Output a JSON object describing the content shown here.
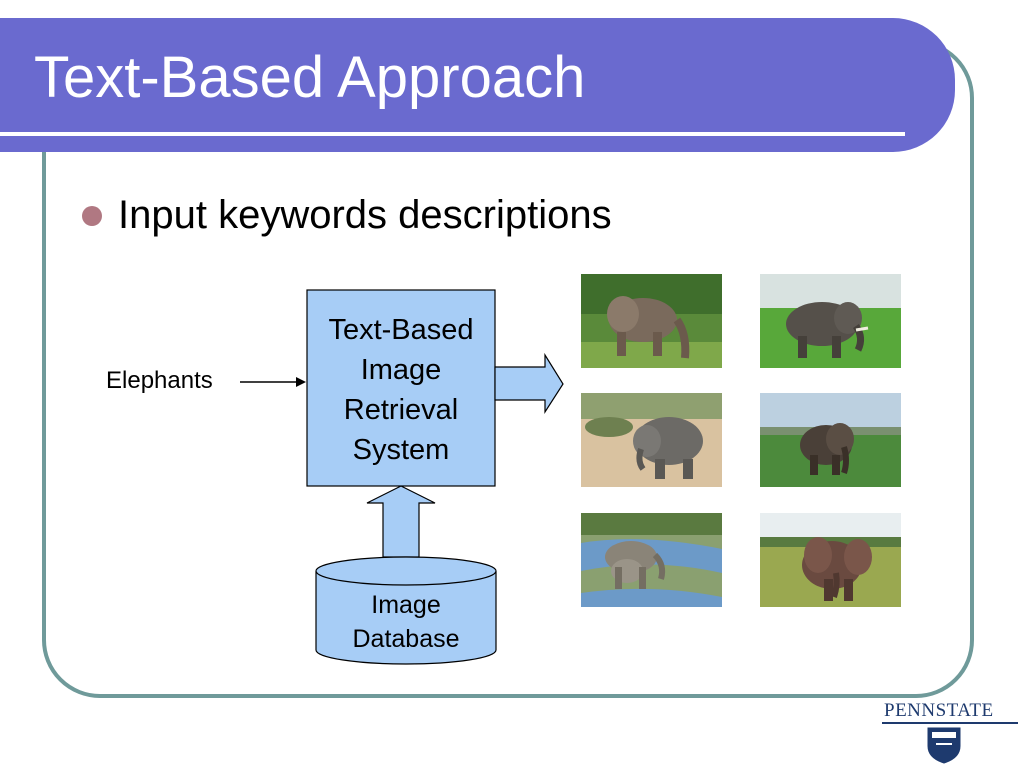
{
  "slide": {
    "title": "Text-Based Approach",
    "bullet": "Input keywords descriptions"
  },
  "diagram": {
    "input_label": "Elephants",
    "system_lines": [
      "Text-Based",
      "Image",
      "Retrieval",
      "System"
    ],
    "database_lines": [
      "Image",
      "Database"
    ]
  },
  "results": {
    "images": [
      {
        "icon": "elephant-photo"
      },
      {
        "icon": "elephant-photo"
      },
      {
        "icon": "elephant-photo"
      },
      {
        "icon": "elephant-photo"
      },
      {
        "icon": "elephant-photo"
      },
      {
        "icon": "elephant-photo"
      }
    ]
  },
  "logo": {
    "text": "PENNSTATE",
    "icon": "penn-state-shield-icon"
  },
  "colors": {
    "title_bar": "#6a6acf",
    "frame": "#6f9a9a",
    "box_fill": "#a7cdf6",
    "bullet": "#b07882"
  }
}
